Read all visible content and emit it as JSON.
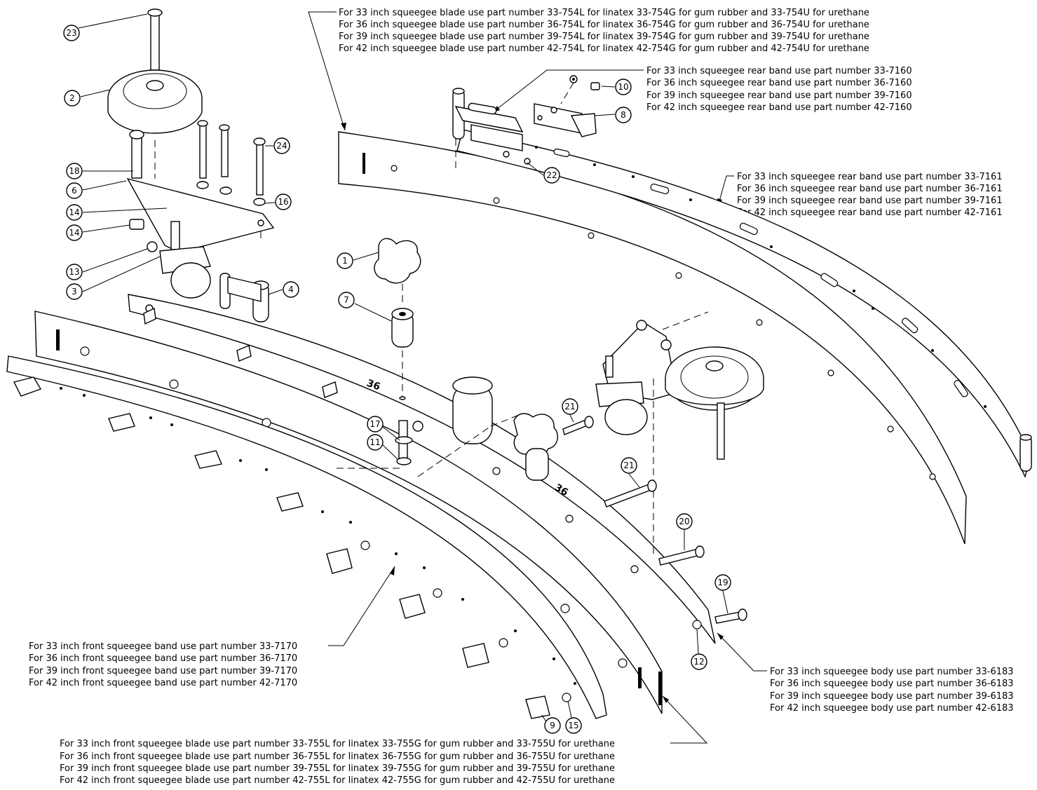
{
  "notes": {
    "blade": [
      "For 33 inch squeegee blade use part number 33-754L for linatex 33-754G for gum rubber and 33-754U for urethane",
      "For 36 inch squeegee blade use part number 36-754L for linatex 36-754G for gum rubber and 36-754U for urethane",
      "For 39 inch squeegee blade use part number 39-754L for linatex 39-754G for gum rubber and 39-754U for urethane",
      "For 42 inch squeegee blade use part number 42-754L for linatex 42-754G for gum rubber and 42-754U for urethane"
    ],
    "rear_band_7160": [
      "For 33 inch squeegee rear band use part number 33-7160",
      "For 36 inch squeegee rear band use part number 36-7160",
      "For 39 inch squeegee rear band use part number 39-7160",
      "For 42 inch squeegee rear band use part number 42-7160"
    ],
    "rear_band_7161": [
      "For 33 inch squeegee rear band use part number 33-7161",
      "For 36 inch squeegee rear band use part number 36-7161",
      "For 39 inch squeegee rear band use part number 39-7161",
      "For 42 inch squeegee rear band use part number 42-7161"
    ],
    "front_band": [
      "For 33 inch front squeegee band use part number 33-7170",
      "For 36 inch front squeegee band use part number 36-7170",
      "For 39 inch front squeegee band use part number 39-7170",
      "For 42 inch front squeegee band use part number 42-7170"
    ],
    "body": [
      "For 33 inch squeegee body use part number 33-6183",
      "For 36 inch squeegee body use part number 36-6183",
      "For 39 inch squeegee body use part number 39-6183",
      "For 42 inch squeegee body use part number 42-6183"
    ],
    "front_blade": [
      "For 33 inch front squeegee blade use part number 33-755L for linatex 33-755G for gum rubber and 33-755U for urethane",
      "For 36 inch front squeegee blade use part number 36-755L for linatex 36-755G for gum rubber and 36-755U for urethane",
      "For 39 inch front squeegee blade use part number 39-755L for linatex 39-755G for gum rubber and 39-755U for urethane",
      "For 42 inch front squeegee blade use part number 42-755L for linatex 42-755G for gum rubber and 42-755U for urethane"
    ]
  },
  "callouts": {
    "c23": "23",
    "c2": "2",
    "c24": "24",
    "c18": "18",
    "c6": "6",
    "c16": "16",
    "c14a": "14",
    "c14b": "14",
    "c13": "13",
    "c3": "3",
    "c4": "4",
    "c1": "1",
    "c7": "7",
    "c10": "10",
    "c8": "8",
    "c22": "22",
    "c21a": "21",
    "c21b": "21",
    "c17": "17",
    "c11": "11",
    "c20": "20",
    "c19": "19",
    "c12": "12",
    "c9": "9",
    "c15": "15"
  },
  "stamps": {
    "s1": "36",
    "s2": "36"
  }
}
